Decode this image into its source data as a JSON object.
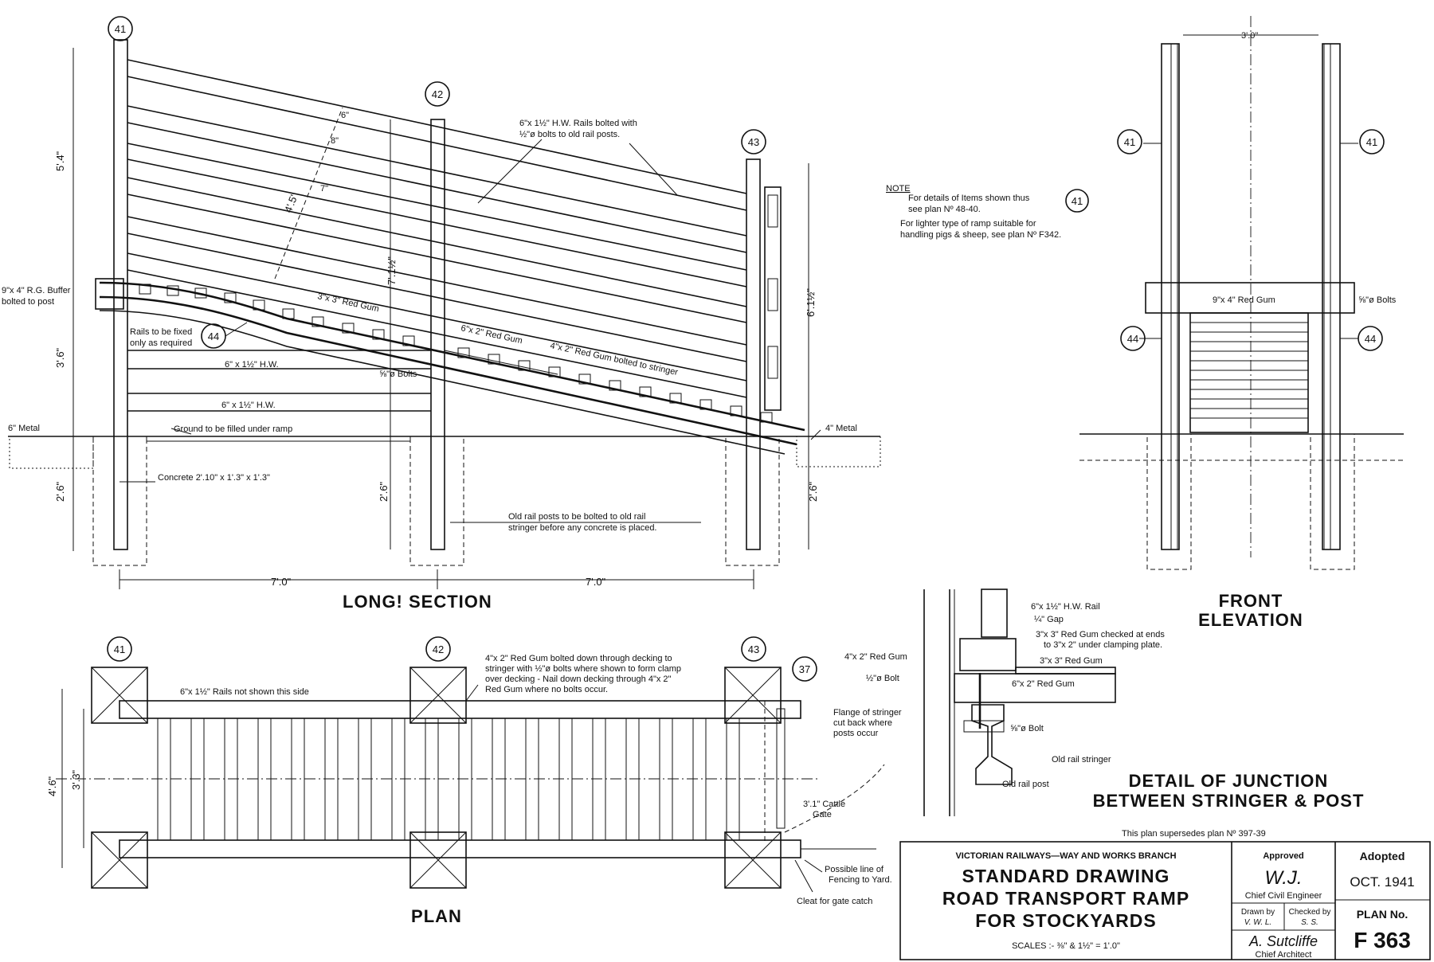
{
  "drawing": {
    "long_section_title": "LONG! SECTION",
    "front_elevation_title_1": "FRONT",
    "front_elevation_title_2": "ELEVATION",
    "plan_title": "PLAN",
    "detail_title_1": "DETAIL OF JUNCTION",
    "detail_title_2": "BETWEEN STRINGER & POST"
  },
  "item_markers": [
    "41",
    "42",
    "43",
    "44",
    "37"
  ],
  "dimensions": {
    "d_5_4": "5'.4\"",
    "d_3_6": "3'.6\"",
    "d_2_6": "2'.6\"",
    "d_7_1": "7'.1½\"",
    "d_6_1": "6'.1½\"",
    "d_7_0": "7'.0\"",
    "d_4_5": "4'.5\"",
    "d_3_0": "3'.0\"",
    "d_4_6": "4'.6\"",
    "d_3_3": "3'.3\"",
    "d_6": "6\"",
    "d_7": "7\"",
    "d_8": "8\""
  },
  "long_section": {
    "rails_note_1": "6\"x 1½\" H.W. Rails bolted with",
    "rails_note_2": "½\"ø bolts to old rail posts.",
    "buffer_1": "9\"x 4\" R.G. Buffer",
    "buffer_2": "bolted to post",
    "red_gum_3x3": "3\"x 3\" Red Gum",
    "red_gum_6x2": "6\"x 2\" Red Gum",
    "red_gum_4x2": "4\"x 2\" Red Gum bolted to stringer",
    "rails_fixed_1": "Rails to be fixed",
    "rails_fixed_2": "only as required",
    "hw_rail_1": "6\" x 1½\"  H.W.",
    "hw_rail_2": "6\" x 1½\"  H.W.",
    "bolts": "⅝\"ø Bolts",
    "metal_6": "6\" Metal",
    "metal_4": "4\" Metal",
    "ground_note": "Ground to be filled under ramp",
    "concrete": "Concrete  2'.10\" x 1'.3\" x 1'.3\"",
    "old_posts_1": "Old rail posts to be bolted to old rail",
    "old_posts_2": "stringer before any concrete is placed."
  },
  "note": {
    "heading": "NOTE",
    "line1": "For details of Items shown thus",
    "line2": "see plan Nº 48-40.",
    "line3": "For lighter type of ramp suitable for",
    "line4": "handling pigs & sheep, see plan Nº F342."
  },
  "front_elevation": {
    "red_gum": "9\"x 4\"  Red Gum",
    "bolts": "⅝\"ø Bolts",
    "top_dim": "3'.0\""
  },
  "plan": {
    "rails_not_shown": "6\"x 1½\" Rails not shown this side",
    "gum_note_1": "4\"x 2\" Red Gum bolted down through decking to",
    "gum_note_2": "stringer with ½\"ø bolts where shown to form clamp",
    "gum_note_3": "over decking - Nail down decking through 4\"x 2\"",
    "gum_note_4": "Red Gum where no bolts occur.",
    "cattle_gate_1": "3'.1\" Cattle",
    "cattle_gate_2": "Gate",
    "fencing_1": "Possible line of",
    "fencing_2": "Fencing to Yard.",
    "cleat": "Cleat for gate catch"
  },
  "detail": {
    "hw_rail": "6\"x 1½\" H.W. Rail",
    "gap": "¼\" Gap",
    "checked_1": "3\"x 3\" Red Gum checked at ends",
    "checked_2": "to 3\"x 2\" under clamping plate.",
    "rg_3x3": "3\"x 3\" Red Gum",
    "rg_4x2": "4\"x 2\" Red Gum",
    "bolt_half": "½\"ø Bolt",
    "rg_6x2": "6\"x 2\" Red Gum",
    "flange_1": "Flange of stringer",
    "flange_2": "cut back where",
    "flange_3": "posts occur",
    "bolt_58": "⅝\"ø Bolt",
    "old_stringer": "Old rail stringer",
    "old_post": "Old rail post"
  },
  "title_block": {
    "supersedes": "This plan supersedes plan Nº 397-39",
    "branch": "VICTORIAN RAILWAYS—WAY AND WORKS BRANCH",
    "line1": "STANDARD DRAWING",
    "line2": "ROAD TRANSPORT RAMP",
    "line3": "FOR STOCKYARDS",
    "scales": "SCALES :-  ⅜\" & 1½\"  =  1'.0\"",
    "approved": "Approved",
    "approved_sig": "W.J.",
    "chief_civil": "Chief Civil Engineer",
    "drawn_by": "Drawn by",
    "drawn_initials": "V. W. L.",
    "checked_by": "Checked by",
    "checked_initials": "S. S.",
    "architect_sig": "A. Sutcliffe",
    "chief_architect": "Chief Architect",
    "adopted": "Adopted",
    "adopted_date": "OCT. 1941",
    "plan_no_label": "PLAN No.",
    "plan_no": "F 363"
  }
}
